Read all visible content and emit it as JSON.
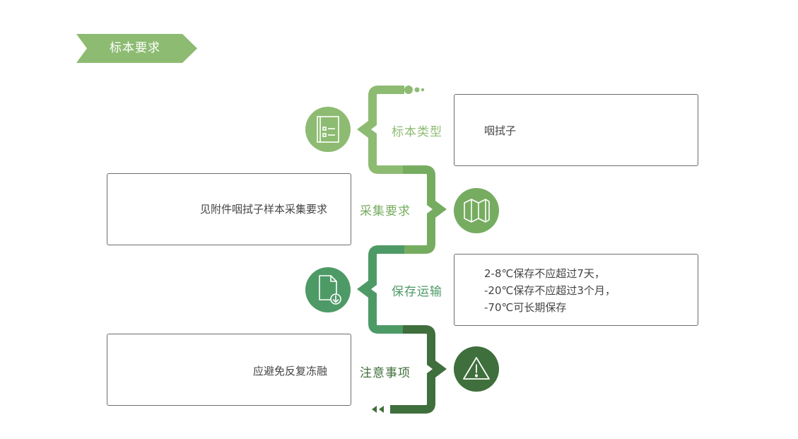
{
  "header": {
    "title": "标本要求"
  },
  "colors": {
    "step1": "#8dbb72",
    "step2": "#76ac60",
    "step3": "#4e9a66",
    "step4": "#3f6f3c"
  },
  "steps": [
    {
      "label": "标本类型",
      "content": [
        "咽拭子"
      ],
      "icon": "checklist-icon"
    },
    {
      "label": "采集要求",
      "content": [
        "见附件咽拭子样本采集要求"
      ],
      "icon": "folded-map-icon"
    },
    {
      "label": "保存运输",
      "content": [
        "2-8℃保存不应超过7天，",
        "-20℃保存不应超过3个月，",
        "-70℃可长期保存"
      ],
      "icon": "document-download-icon"
    },
    {
      "label": "注意事项",
      "content": [
        "应避免反复冻融"
      ],
      "icon": "warning-icon"
    }
  ]
}
